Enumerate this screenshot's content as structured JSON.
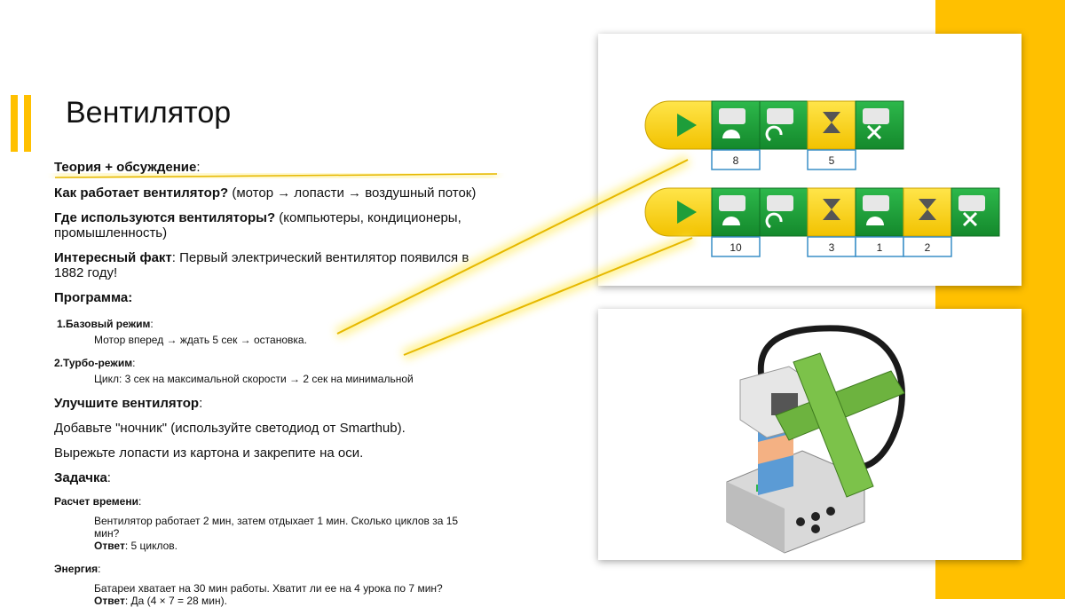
{
  "slide": {
    "title": "Вентилятор",
    "theory": {
      "heading": "Теория + обсуждение",
      "q1_bold": "Как работает вентилятор?",
      "q1_rest": " (мотор → лопасти → воздушный поток)",
      "q2_bold": "Где используются вентиляторы?",
      "q2_rest": " (компьютеры, кондиционеры, промышленность)",
      "fact_bold": "Интересный факт",
      "fact_rest": ": Первый электрический вентилятор появился в 1882 году!"
    },
    "program": {
      "heading": "Программа:",
      "mode1_title": "1.Базовый режим",
      "mode1_text": "Мотор вперед → ждать 5 сек → остановка.",
      "mode2_title": "2.Турбо-режим",
      "mode2_text": "Цикл: 3 сек на максимальной скорости → 2 сек на минимальной"
    },
    "improve": {
      "heading": "Улучшите вентилятор",
      "item1": "Добавьте \"ночник\" (используйте светодиод от Smarthub).",
      "item2": "Вырежьте лопасти из картона и закрепите на оси."
    },
    "task": {
      "heading": "Задачка",
      "calc_title": "Расчет времени",
      "calc_text": "Вентилятор работает 2 мин, затем отдыхает 1 мин. Сколько циклов за 15 мин?",
      "calc_answer_label": "Ответ",
      "calc_answer": ": 5 циклов.",
      "energy_title": "Энергия",
      "energy_text": "Батареи хватает на 30  мин работы. Хватит ли ее на 4 урока по 7 мин?",
      "energy_answer_label": "Ответ",
      "energy_answer": ": Да (4 × 7 = 28 мин)."
    },
    "code_rows": {
      "row1_values": [
        "8",
        "5"
      ],
      "row2_values": [
        "10",
        "3",
        "1",
        "2"
      ]
    },
    "colors": {
      "accent": "#FFC000",
      "block_green": "#1E9E3A",
      "block_yellow": "#FFD500"
    }
  }
}
